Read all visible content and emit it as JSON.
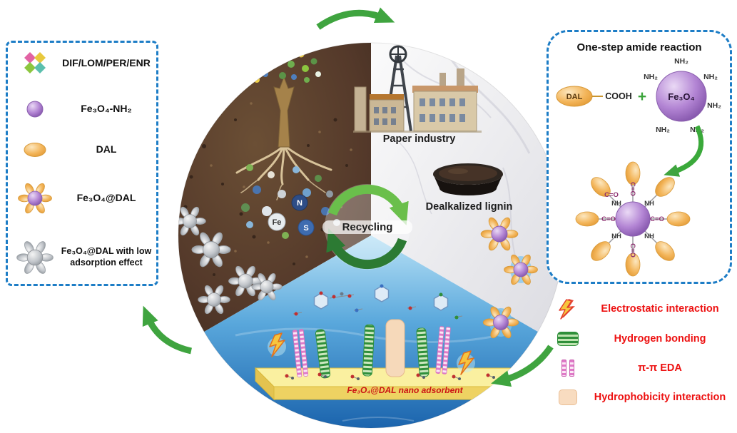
{
  "legend_left": {
    "items": [
      {
        "id": "antibiotics",
        "icon": "antibiotic-diamonds-icon",
        "label": "DIF/LOM/PER/ENR"
      },
      {
        "id": "fe3o4_nh2",
        "icon": "amino-magnetite-sphere-icon",
        "label": "Fe₃O₄-NH₂"
      },
      {
        "id": "dal",
        "icon": "dal-ellipse-icon",
        "label": "DAL"
      },
      {
        "id": "fe3o4_dal",
        "icon": "fe3o4-dal-cluster-icon",
        "label": "Fe₃O₄@DAL"
      },
      {
        "id": "fe3o4_dal_spent",
        "icon": "spent-cluster-icon",
        "label": "Fe₃O₄@DAL with low adsorption effect"
      }
    ]
  },
  "cycle": {
    "recycling": "Recycling",
    "paper_industry": "Paper industry",
    "dealkalized_lignin": "Dealkalized lignin",
    "adsorbent": "Fe₃O₄@DAL nano adsorbent",
    "atoms": {
      "n": "N",
      "fe": "Fe",
      "s": "S"
    }
  },
  "amide_panel": {
    "title": "One-step amide reaction",
    "dal": "DAL",
    "cooh": "COOH",
    "plus": "+",
    "fe3o4": "Fe₃O₄",
    "nh2": "NH₂",
    "nh": "NH",
    "co": "C=O"
  },
  "interaction_legend": {
    "items": [
      {
        "icon": "lightning-icon",
        "label": "Electrostatic interaction"
      },
      {
        "icon": "hydrogen-bond-icon",
        "label": "Hydrogen bonding"
      },
      {
        "icon": "pi-pi-icon",
        "label": "π-π EDA"
      },
      {
        "icon": "hydrophobic-icon",
        "label": "Hydrophobicity interaction"
      }
    ]
  },
  "colors": {
    "accent_blue": "#1d7dc6",
    "arrow_green": "#3fa43f",
    "legend_red": "#ed1111",
    "purple_sphere": "#a779c9",
    "dal_orange": "#f3b55a",
    "slab_yellow": "#faf0a0"
  }
}
